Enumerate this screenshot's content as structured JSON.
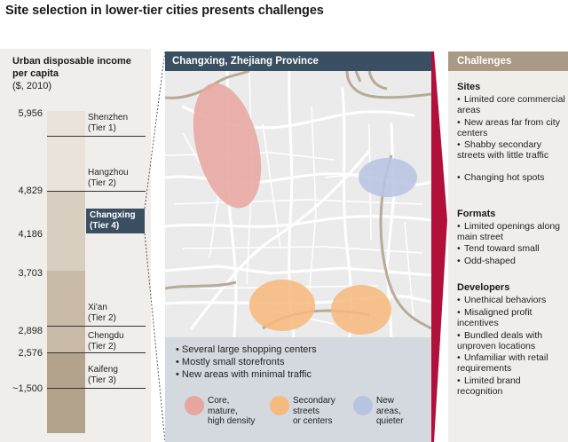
{
  "title": "Site selection in lower-tier cities presents challenges",
  "y_axis": {
    "title": "Urban disposable income per capita",
    "unit": "($, 2010)",
    "ticks": [
      "5,956",
      "4,829",
      "4,186",
      "3,703",
      "2,898",
      "2,576",
      "~1,500"
    ]
  },
  "cities": [
    {
      "name": "Shenzhen",
      "tier": "(Tier 1)"
    },
    {
      "name": "Hangzhou",
      "tier": "(Tier 2)"
    },
    {
      "name": "Changxing",
      "tier": "(Tier 4)"
    },
    {
      "name": "Xi'an",
      "tier": "(Tier 2)"
    },
    {
      "name": "Chengdu",
      "tier": "(Tier 2)"
    },
    {
      "name": "Kaifeng",
      "tier": "(Tier 3)"
    }
  ],
  "map": {
    "header": "Changxing, Zhejiang Province",
    "bullets": [
      "Several large shopping centers",
      "Mostly small storefronts",
      "New areas with minimal traffic"
    ],
    "legend": [
      {
        "l1": "Core,",
        "l2": "mature,",
        "l3": "high density",
        "color": "#e8a6a0"
      },
      {
        "l1": "Secondary",
        "l2": "streets",
        "l3": "or centers",
        "color": "#f6b97e"
      },
      {
        "l1": "New",
        "l2": "areas,",
        "l3": "quieter",
        "color": "#b9c4e3"
      }
    ]
  },
  "challenges": {
    "header": "Challenges",
    "sections": [
      {
        "title": "Sites",
        "items": [
          "Limited core commercial areas",
          "New areas far from city centers",
          "Shabby secondary streets with little traffic",
          "Changing hot spots"
        ]
      },
      {
        "title": "Formats",
        "items": [
          "Limited openings along main street",
          "Tend toward small",
          "Odd-shaped"
        ]
      },
      {
        "title": "Developers",
        "items": [
          "Unethical behaviors",
          "Misaligned profit incentives",
          "Bundled deals with unproven locations",
          "Unfamiliar with retail requirements",
          "Limited brand recognition"
        ]
      }
    ]
  },
  "colors": {
    "navy": "#3a4f61",
    "accent_red": "#b0103a",
    "tan": "#a89a84"
  }
}
